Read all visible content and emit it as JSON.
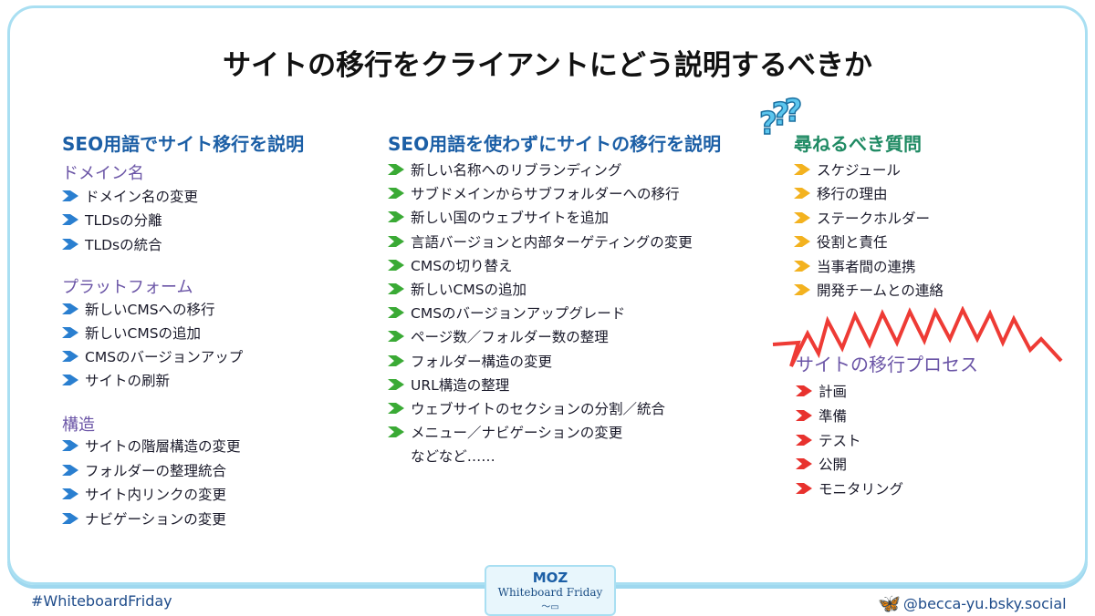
{
  "title": "サイトの移行をクライアントにどう説明するべきか",
  "left": {
    "heading": "SEO用語でサイト移行を説明",
    "groups": [
      {
        "label": "ドメイン名",
        "items": [
          "ドメイン名の変更",
          "TLDsの分離",
          "TLDsの統合"
        ]
      },
      {
        "label": "プラットフォーム",
        "items": [
          "新しいCMSへの移行",
          "新しいCMSの追加",
          "CMSのバージョンアップ",
          "サイトの刷新"
        ]
      },
      {
        "label": "構造",
        "items": [
          "サイトの階層構造の変更",
          "フォルダーの整理統合",
          "サイト内リンクの変更",
          "ナビゲーションの変更"
        ]
      }
    ]
  },
  "middle": {
    "heading": "SEO用語を使わずにサイトの移行を説明",
    "items": [
      "新しい名称へのリブランディング",
      "サブドメインからサブフォルダーへの移行",
      "新しい国のウェブサイトを追加",
      "言語バージョンと内部ターゲティングの変更",
      "CMSの切り替え",
      "新しいCMSの追加",
      "CMSのバージョンアップグレード",
      "ページ数／フォルダー数の整理",
      "フォルダー構造の変更",
      "URL構造の整理",
      "ウェブサイトのセクションの分割／統合",
      "メニュー／ナビゲーションの変更"
    ],
    "etc": "などなど……"
  },
  "questions": {
    "heading": "尋ねるべき質問",
    "items": [
      "スケジュール",
      "移行の理由",
      "ステークホルダー",
      "役割と責任",
      "当事者間の連携",
      "開発チームとの連絡"
    ]
  },
  "process": {
    "heading": "サイトの移行プロセス",
    "items": [
      "計画",
      "準備",
      "テスト",
      "公開",
      "モニタリング"
    ]
  },
  "footer": {
    "hashtag": "#WhiteboardFriday",
    "brand": "MOZ",
    "show": "Whiteboard Friday",
    "handle": "@becca-yu.bsky.social"
  },
  "colors": {
    "blue_arrow": "#2a7fd0",
    "green_arrow": "#3aaa35",
    "orange_arrow": "#f3b21f",
    "red_arrow": "#e8322e"
  }
}
